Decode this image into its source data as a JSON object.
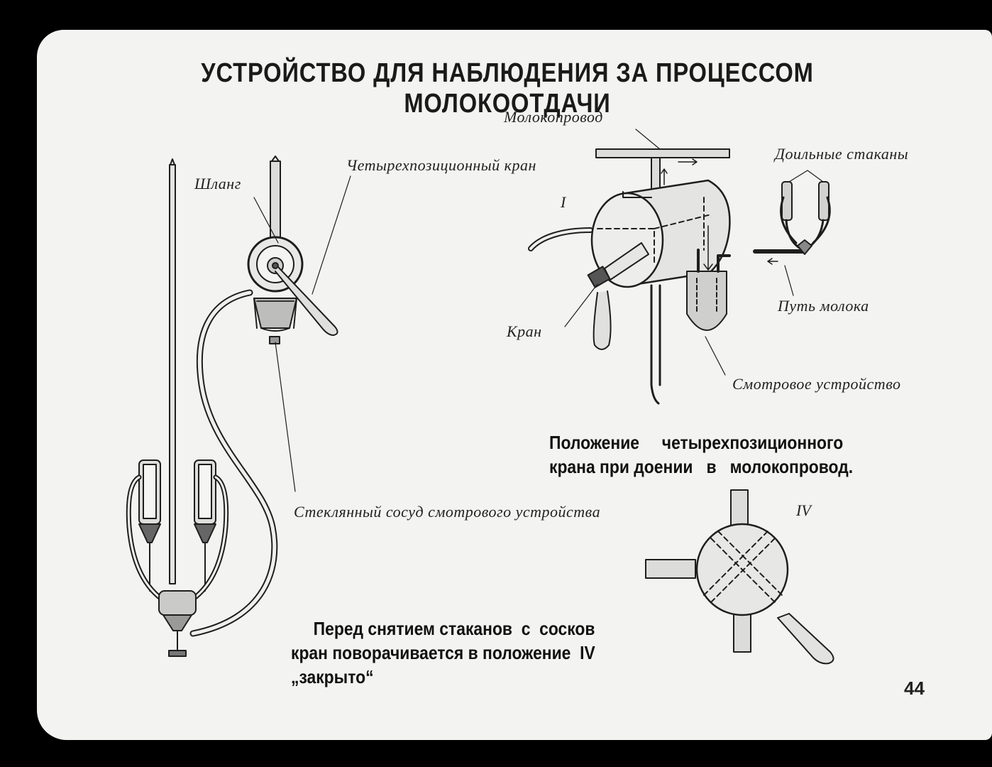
{
  "title": "УСТРОЙСТВО ДЛЯ НАБЛЮДЕНИЯ ЗА ПРОЦЕССОМ МОЛОКООТДАЧИ",
  "labels": {
    "hose": "Шланг",
    "four_way_valve": "Четырехпозиционный кран",
    "milk_pipeline": "Молокопровод",
    "teat_cups": "Доильные стаканы",
    "valve": "Кран",
    "milk_path": "Путь молока",
    "sight_device": "Смотровое устройство",
    "glass_vessel": "Стеклянный сосуд смотрового устройства"
  },
  "positions": {
    "position_one": "I",
    "position_four": "IV"
  },
  "captions": {
    "milking_position": [
      "Положение     четырехпозиционного",
      "крана при доении   в   молокопровод."
    ],
    "closed_position": [
      "Перед снятием стаканов  с  сосков",
      "кран поворачивается в положение  IV",
      "„закрыто“"
    ]
  },
  "page_number": "44",
  "colors": {
    "background": "#000000",
    "slide": "#f3f3f1",
    "ink": "#1a1a1a"
  }
}
